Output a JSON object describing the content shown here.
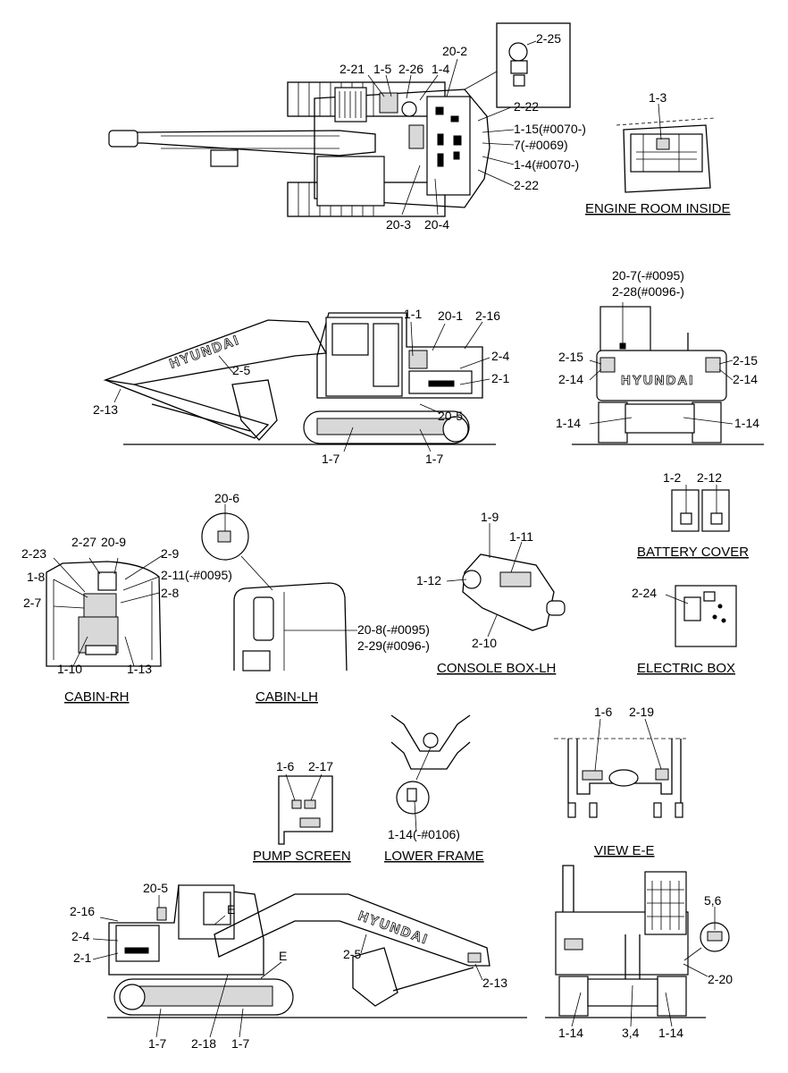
{
  "captions": {
    "engine_room_inside": "ENGINE ROOM INSIDE",
    "battery_cover": "BATTERY COVER",
    "cabin_rh": "CABIN-RH",
    "cabin_lh": "CABIN-LH",
    "console_box_lh": "CONSOLE BOX-LH",
    "electric_box": "ELECTRIC BOX",
    "pump_screen": "PUMP SCREEN",
    "lower_frame": "LOWER FRAME",
    "view_e_e": "VIEW  E-E"
  },
  "brand_text": "HYUNDAI",
  "labels": {
    "top_view": [
      "2-21",
      "1-5",
      "2-26",
      "1-4",
      "20-2",
      "2-25",
      "2-22",
      "1-15(#0070-)",
      "7(-#0069)",
      "1-4(#0070-)",
      "2-22",
      "20-3",
      "20-4"
    ],
    "engine_room": [
      "1-3"
    ],
    "side_view": [
      "1-1",
      "20-1",
      "2-16",
      "2-4",
      "2-1",
      "2-5",
      "20-5",
      "2-13",
      "1-7",
      "1-7"
    ],
    "rear_view": [
      "20-7(-#0095)",
      "2-28(#0096-)",
      "2-15",
      "2-15",
      "2-14",
      "2-14",
      "1-14",
      "1-14"
    ],
    "cabin_rh": [
      "2-23",
      "2-27",
      "20-9",
      "2-9",
      "1-8",
      "2-11(-#0095)",
      "2-8",
      "2-7",
      "1-10",
      "1-13"
    ],
    "cabin_lh": [
      "20-6",
      "20-8(-#0095)",
      "2-29(#0096-)"
    ],
    "console_box": [
      "1-9",
      "1-11",
      "1-12",
      "2-10"
    ],
    "battery_cover": [
      "1-2",
      "2-12"
    ],
    "electric_box": [
      "2-24"
    ],
    "pump_screen": [
      "1-6",
      "2-17"
    ],
    "lower_frame": [
      "1-14(-#0106)"
    ],
    "view_e_e": [
      "1-6",
      "2-19"
    ],
    "left_view": [
      "20-5",
      "2-16",
      "2-4",
      "2-1",
      "E",
      "E",
      "2-5",
      "2-13",
      "1-7",
      "2-18",
      "1-7"
    ],
    "front_view": [
      "5,6",
      "2-20",
      "1-14",
      "3,4",
      "1-14"
    ]
  }
}
